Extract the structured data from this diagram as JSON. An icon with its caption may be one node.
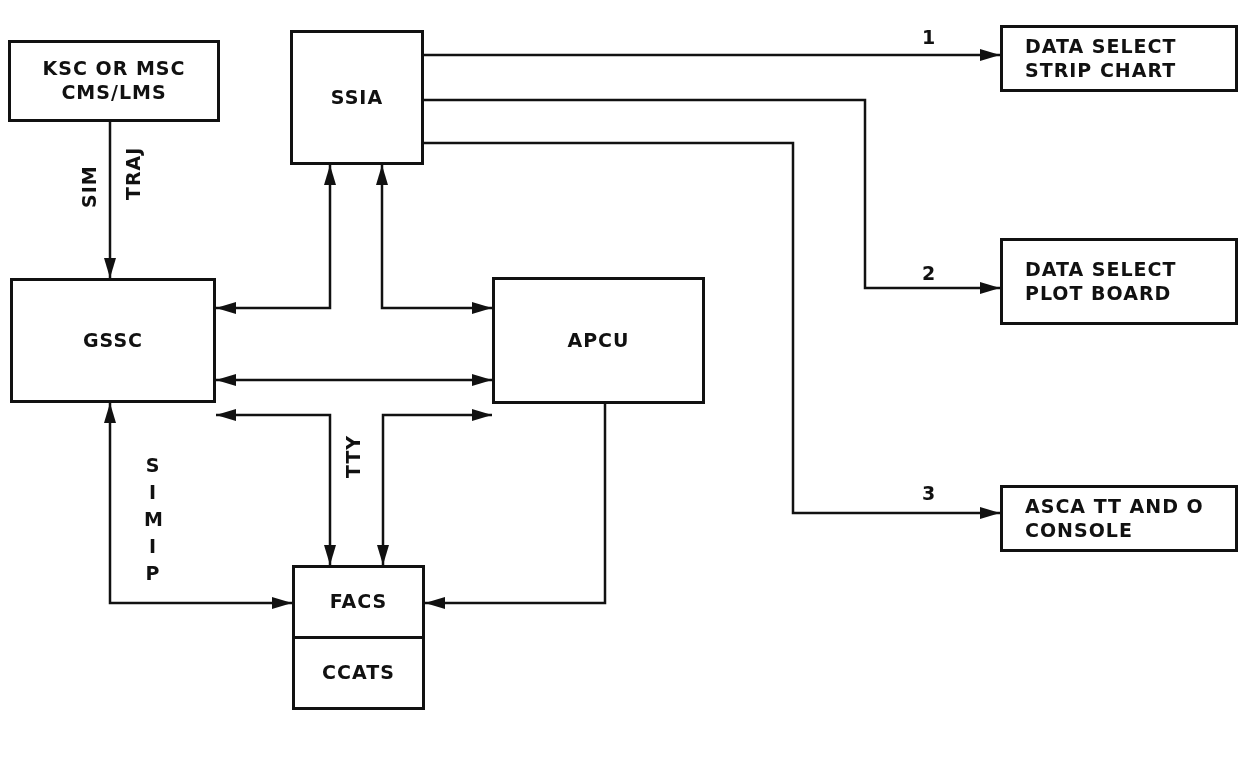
{
  "diagram": {
    "nodes": [
      {
        "text": [
          "KSC OR MSC CMS/LMS"
        ]
      },
      {
        "text": [
          "SSIA"
        ]
      },
      {
        "text": [
          "DATA SELECT STRIP CHART"
        ]
      },
      {
        "text": [
          "GSSC"
        ]
      },
      {
        "text": [
          "APCU"
        ]
      },
      {
        "text": [
          "DATA SELECT PLOT BOARD"
        ]
      },
      {
        "text": [
          "ASCA TT AND O CONSOLE"
        ]
      },
      {
        "text": [
          "FACS"
        ]
      },
      {
        "text": [
          "CCATS"
        ]
      }
    ],
    "edges": [
      {
        "from": 0,
        "to": 3,
        "arrow": "to"
      },
      {
        "from": 1,
        "to": 3,
        "arrow": "both"
      },
      {
        "from": 1,
        "to": 4,
        "arrow": "both"
      },
      {
        "from": 3,
        "to": 4,
        "arrow": "both"
      },
      {
        "from": 3,
        "to": 7,
        "arrow": "both"
      },
      {
        "from": 4,
        "to": 7,
        "arrow": "both"
      },
      {
        "from": 3,
        "to": 7,
        "arrow": "both",
        "label": "SIM IP"
      },
      {
        "from": 4,
        "to": 7,
        "arrow": "to"
      },
      {
        "from": 1,
        "to": 2,
        "arrow": "to",
        "label": "1"
      },
      {
        "from": 1,
        "to": 5,
        "arrow": "to",
        "label": "2"
      },
      {
        "from": 1,
        "to": 6,
        "arrow": "to",
        "label": "3"
      }
    ],
    "labels": [
      "SIM",
      "TRAJ",
      "TTY"
    ]
  }
}
